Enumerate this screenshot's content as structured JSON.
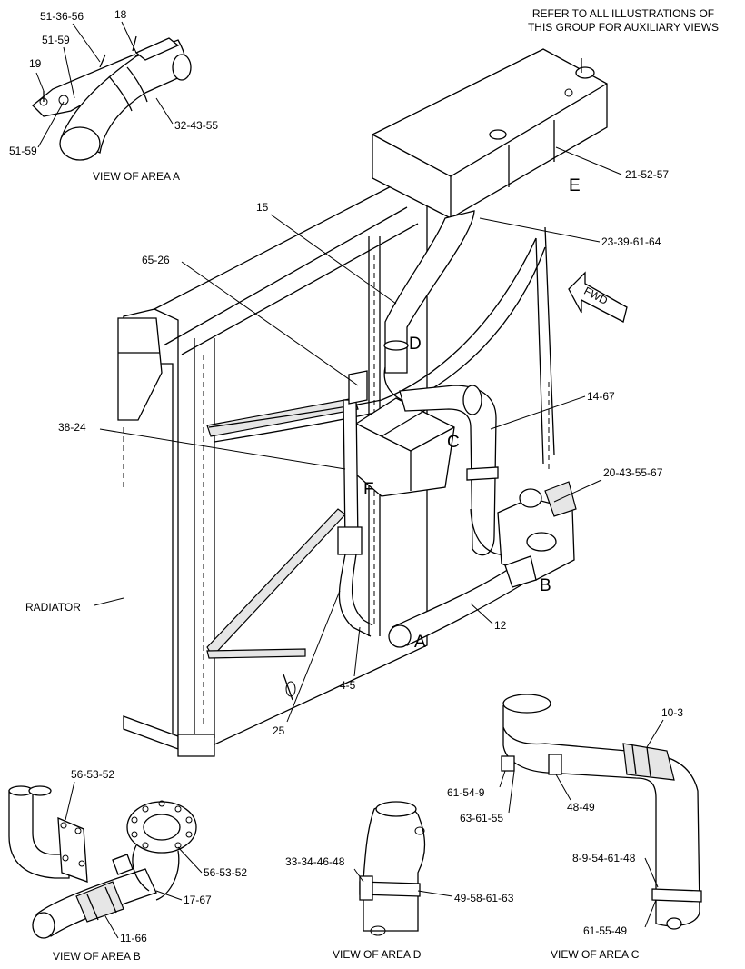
{
  "note": {
    "line1": "REFER TO ALL ILLUSTRATIONS OF",
    "line2": "THIS GROUP FOR AUXILIARY VIEWS"
  },
  "views": {
    "a": "VIEW OF AREA  A",
    "b": "VIEW OF AREA  B",
    "c": "VIEW OF AREA  C",
    "d": "VIEW OF AREA  D"
  },
  "areas": {
    "a": "A",
    "b": "B",
    "c": "C",
    "d": "D",
    "e": "E",
    "f": "F"
  },
  "fwd": "FWD",
  "radiator": "RADIATOR",
  "parts": {
    "p51_36_56": "51-36-56",
    "p18": "18",
    "p51_59_top": "51-59",
    "p19": "19",
    "p51_59_bottom": "51-59",
    "p32_43_55": "32-43-55",
    "p21_52_57": "21-52-57",
    "p15": "15",
    "p23_39_61_64": "23-39-61-64",
    "p65_26": "65-26",
    "p14_67": "14-67",
    "p38_24": "38-24",
    "p20_43_55_67": "20-43-55-67",
    "p12": "12",
    "p4_5": "4-5",
    "p25": "25",
    "p10_3": "10-3",
    "p61_54_9": "61-54-9",
    "p63_61_55": "63-61-55",
    "p48_49": "48-49",
    "p56_53_52_a": "56-53-52",
    "p56_53_52_b": "56-53-52",
    "p17_67": "17-67",
    "p11_66": "11-66",
    "p33_34_46_48": "33-34-46-48",
    "p49_58_61_63": "49-58-61-63",
    "p8_9_54_61_48": "8-9-54-61-48",
    "p61_55_49": "61-55-49"
  }
}
